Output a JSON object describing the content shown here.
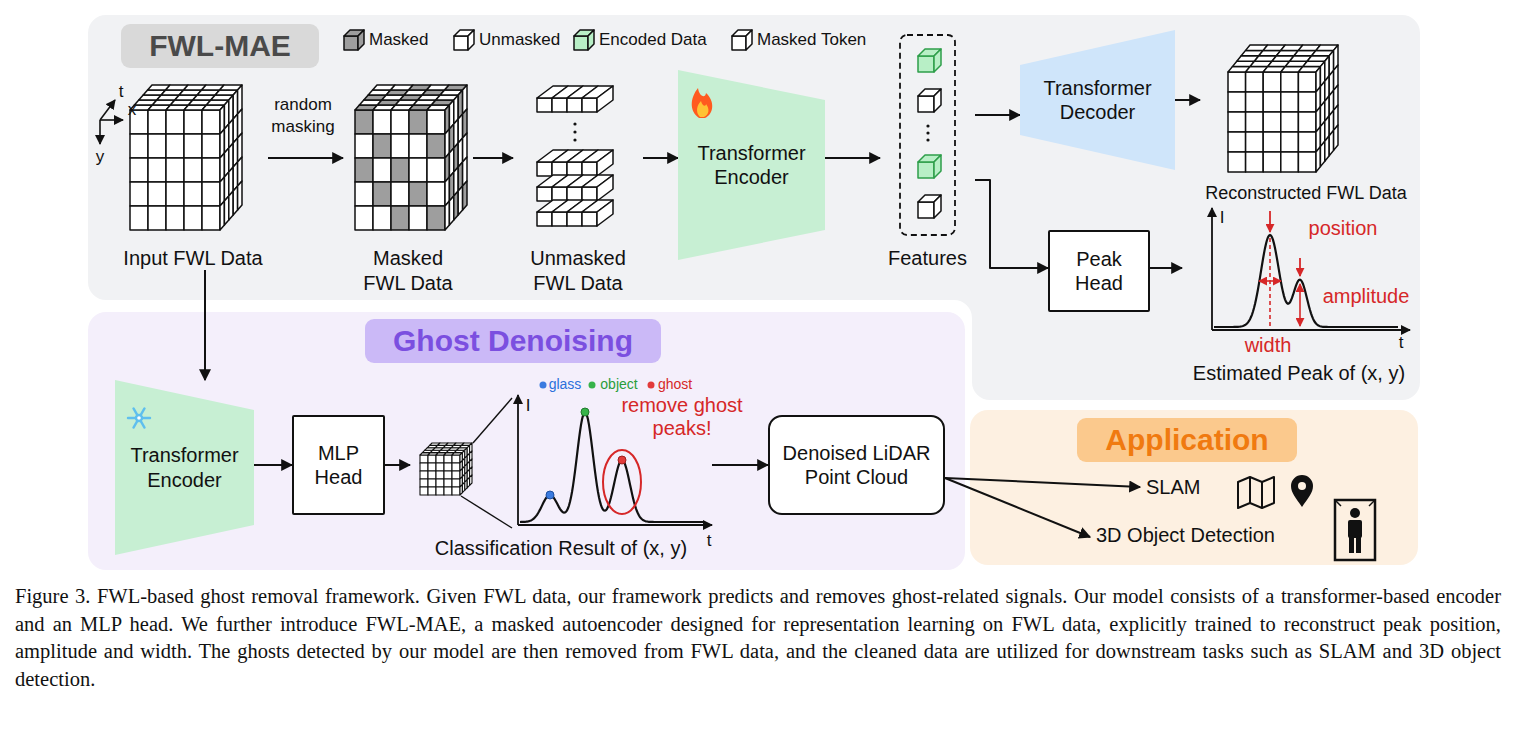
{
  "diagram": {
    "caption": "Figure 3. FWL-based ghost removal framework. Given FWL data, our framework predicts and removes ghost-related signals. Our model consists of a transformer-based encoder and an MLP head. We further introduce FWL-MAE, a masked autoencoder designed for representation learning on FWL data, explicitly trained to reconstruct peak position, amplitude and width. The ghosts detected by our model are then removed from FWL data, and the cleaned data are utilized for downstream tasks such as SLAM and 3D object detection.",
    "nodes": [
      {
        "text": [
          "FWL-MAE"
        ]
      },
      {
        "text": [
          "Input FWL Data"
        ],
        "in": 0
      },
      {
        "text": [
          "Masked FWL Data"
        ],
        "in": 0
      },
      {
        "text": [
          "Unmasked FWL Data"
        ],
        "in": 0
      },
      {
        "text": [
          "Transformer Encoder"
        ],
        "in": 0
      },
      {
        "text": [
          "Features"
        ],
        "in": 0
      },
      {
        "text": [
          "Transformer Decoder"
        ],
        "in": 0
      },
      {
        "text": [
          "Reconstructed FWL Data"
        ],
        "in": 0
      },
      {
        "text": [
          "Peak Head"
        ],
        "in": 0
      },
      {
        "text": [
          "Estimated Peak of (x, y)"
        ],
        "in": 0
      },
      {
        "text": [
          "Ghost Denoising"
        ]
      },
      {
        "text": [
          "Transformer Encoder"
        ],
        "in": 10
      },
      {
        "text": [
          "MLP Head"
        ],
        "in": 10
      },
      {
        "text": [
          "Classification Result of (x, y)"
        ],
        "in": 10
      },
      {
        "text": [
          "Denoised LiDAR Point Cloud"
        ],
        "in": 10
      },
      {
        "text": [
          "Application"
        ]
      },
      {
        "text": [
          "SLAM"
        ],
        "in": 15
      },
      {
        "text": [
          "3D Object Detection"
        ],
        "in": 15
      }
    ],
    "edges": [
      {
        "from": 1,
        "to": 2,
        "arrow": "to",
        "label": "random masking"
      },
      {
        "from": 2,
        "to": 3,
        "arrow": "to"
      },
      {
        "from": 3,
        "to": 4,
        "arrow": "to"
      },
      {
        "from": 4,
        "to": 5,
        "arrow": "to"
      },
      {
        "from": 5,
        "to": 6,
        "arrow": "to"
      },
      {
        "from": 6,
        "to": 7,
        "arrow": "to"
      },
      {
        "from": 5,
        "to": 8,
        "arrow": "to"
      },
      {
        "from": 8,
        "to": 9,
        "arrow": "to"
      },
      {
        "from": 1,
        "to": 11,
        "arrow": "to"
      },
      {
        "from": 11,
        "to": 12,
        "arrow": "to"
      },
      {
        "from": 12,
        "to": 13,
        "arrow": "to"
      },
      {
        "from": 13,
        "to": 14,
        "arrow": "to"
      },
      {
        "from": 14,
        "to": 16,
        "arrow": "to"
      },
      {
        "from": 14,
        "to": 17,
        "arrow": "to"
      }
    ],
    "labels": [
      "t",
      "x",
      "y",
      "I",
      "position",
      "amplitude",
      "width",
      "t",
      "glass",
      "object",
      "ghost",
      "remove ghost peaks!",
      "I",
      "t"
    ],
    "legend": [
      {
        "text": "Masked",
        "color": "#9e9e9e"
      },
      {
        "text": "Unmasked",
        "color": "#ffffff"
      },
      {
        "text": "Encoded Data",
        "color": "#b8efc6"
      },
      {
        "text": "Masked Token",
        "color": "#ffffff"
      }
    ]
  }
}
